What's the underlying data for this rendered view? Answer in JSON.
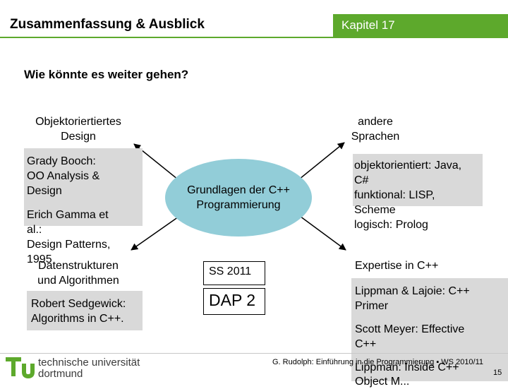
{
  "header": {
    "title": "Zusammenfassung & Ausblick",
    "chapter": "Kapitel 17",
    "accent_color": "#5da92c"
  },
  "slide": {
    "question": "Wie könnte es weiter gehen?",
    "left_top_label": [
      "Objektoriertiertes",
      "Design"
    ],
    "left_books_1": [
      "Grady Booch:",
      "OO Analysis &",
      "Design"
    ],
    "left_books_2": [
      "Erich Gamma et",
      "al.:",
      "Design Patterns,",
      "1995"
    ],
    "left_mid_label": [
      "Datenstrukturen",
      "und Algorithmen"
    ],
    "left_books_3": [
      "Robert Sedgewick:",
      "Algorithms in C++."
    ],
    "center_ellipse": [
      "Grundlagen der C++",
      "Programmierung"
    ],
    "center_box_1": "SS 2011",
    "center_box_2": "DAP 2",
    "right_top_label": [
      "andere",
      "Sprachen"
    ],
    "right_langs": [
      "objektorientiert: Java,",
      "C#",
      "funktional: LISP,",
      "Scheme",
      "logisch: Prolog"
    ],
    "right_mid_label": "Expertise in C++",
    "right_books_1": [
      "Lippman & Lajoie: C++",
      "Primer"
    ],
    "right_books_2": [
      "Scott Meyer: Effective",
      "C++"
    ],
    "right_books_3": "Lippman: Inside C++",
    "right_books_4": "Object M..."
  },
  "footer": {
    "credit": "G. Rudolph: Einführung in die Programmierung ▪ WS 2010/11",
    "page": "15",
    "university_line1": "technische universität",
    "university_line2": "dortmund"
  }
}
